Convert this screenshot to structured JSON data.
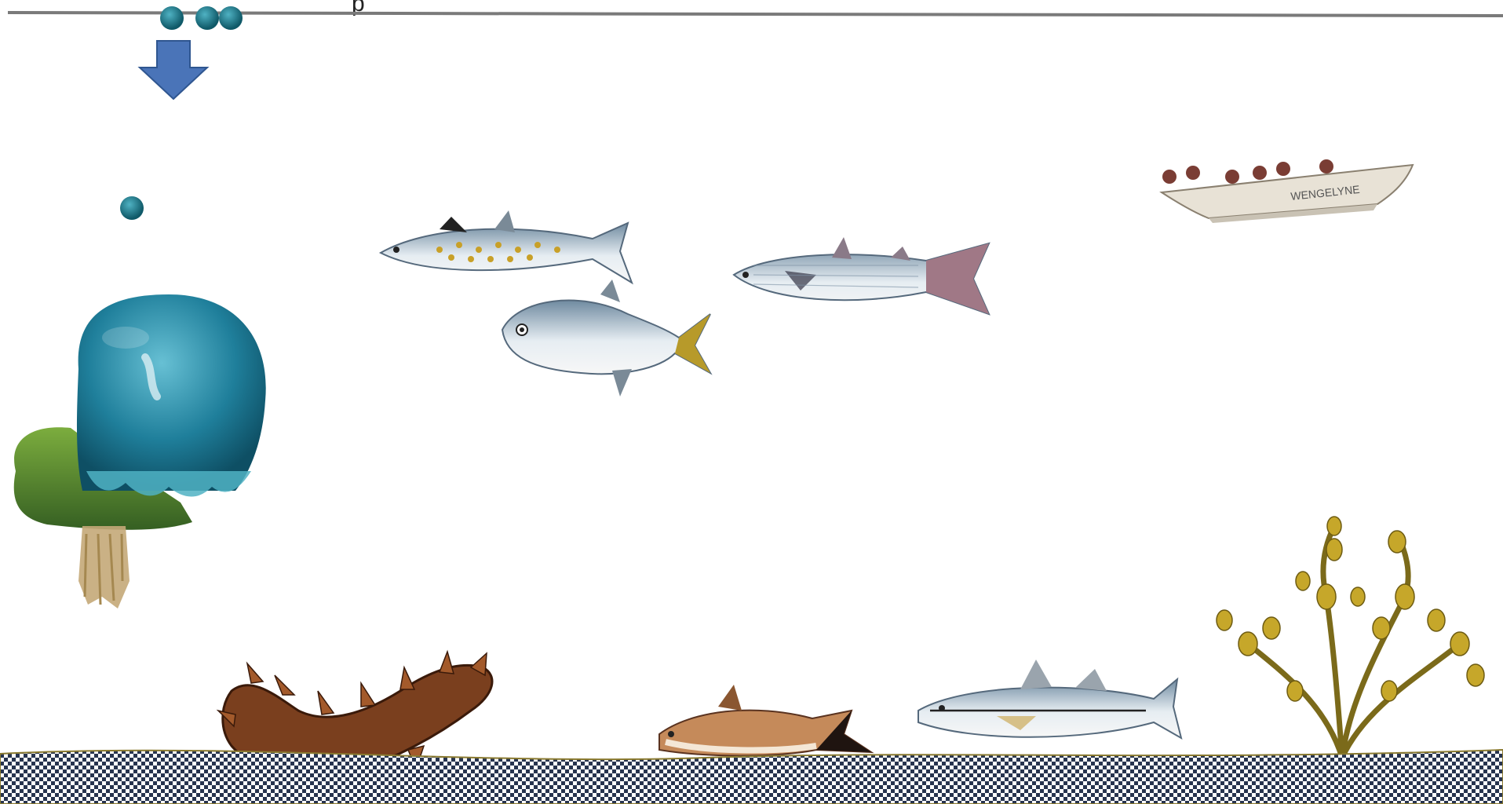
{
  "diagram": {
    "title_fragment": "p",
    "boat_name": "WENGELYNE",
    "colors": {
      "surface_line": "#7a7a7a",
      "drop": "#1c6f7d",
      "arrow": "#4a74b8",
      "jelly": "#2a86a0",
      "algae": "#4f8a2d",
      "sea_cucumber": "#7a3f1e",
      "seaweed": "#b39a1e",
      "sediment": "#3a4a6a"
    },
    "organisms": [
      {
        "id": "jellyfish",
        "icon": "jellyfish-icon"
      },
      {
        "id": "mackerel",
        "icon": "mackerel-icon"
      },
      {
        "id": "pompano",
        "icon": "pompano-icon"
      },
      {
        "id": "mullet",
        "icon": "mullet-icon"
      },
      {
        "id": "sea-cucumber",
        "icon": "sea-cucumber-icon"
      },
      {
        "id": "catfish",
        "icon": "catfish-icon"
      },
      {
        "id": "snook",
        "icon": "snook-icon"
      },
      {
        "id": "seaweed",
        "icon": "seaweed-icon"
      },
      {
        "id": "boat",
        "icon": "boat-icon"
      }
    ]
  }
}
